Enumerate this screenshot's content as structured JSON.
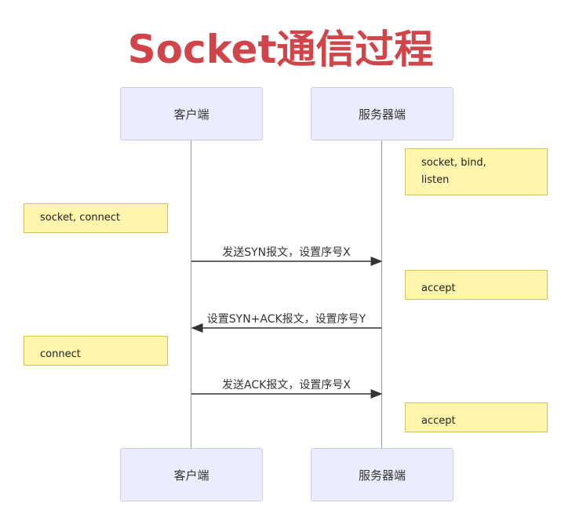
{
  "title": "Socket通信过程",
  "participants": {
    "client": "客户端",
    "server": "服务器端"
  },
  "notes": {
    "server_setup": "socket, bind, listen",
    "client_connect": "socket, connect",
    "server_accept_1": "accept",
    "client_connect_2": "connect",
    "server_accept_2": "accept"
  },
  "messages": {
    "syn": "发送SYN报文，设置序号X",
    "syn_ack": "设置SYN+ACK报文，设置序号Y",
    "ack": "发送ACK报文，设置序号X"
  },
  "colors": {
    "title": "#d0454a",
    "actor_fill": "#ececff",
    "note_fill": "#fff5ad",
    "line": "#333333"
  }
}
